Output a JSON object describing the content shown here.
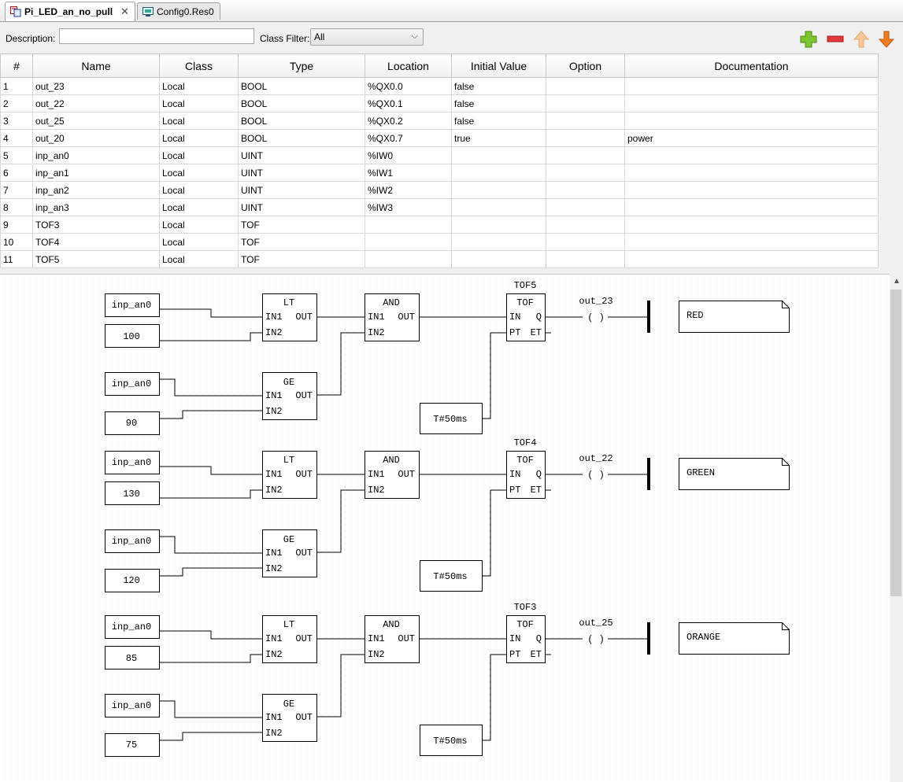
{
  "tabs": [
    {
      "label": "Pi_LED_an_no_pull",
      "active": true,
      "close": "✕"
    },
    {
      "label": "Config0.Res0",
      "active": false
    }
  ],
  "filter": {
    "description_label": "Description:",
    "description_value": "",
    "class_filter_label": "Class Filter:",
    "class_filter_value": "All"
  },
  "toolbar": {
    "add": "add-icon",
    "remove": "remove-icon",
    "up": "move-up-icon",
    "down": "move-down-icon"
  },
  "table": {
    "columns": [
      "#",
      "Name",
      "Class",
      "Type",
      "Location",
      "Initial Value",
      "Option",
      "Documentation"
    ],
    "rows": [
      [
        "1",
        "out_23",
        "Local",
        "BOOL",
        "%QX0.0",
        "false",
        "",
        ""
      ],
      [
        "2",
        "out_22",
        "Local",
        "BOOL",
        "%QX0.1",
        "false",
        "",
        ""
      ],
      [
        "3",
        "out_25",
        "Local",
        "BOOL",
        "%QX0.2",
        "false",
        "",
        ""
      ],
      [
        "4",
        "out_20",
        "Local",
        "BOOL",
        "%QX0.7",
        "true",
        "",
        "power"
      ],
      [
        "5",
        "inp_an0",
        "Local",
        "UINT",
        "%IW0",
        "",
        "",
        ""
      ],
      [
        "6",
        "inp_an1",
        "Local",
        "UINT",
        "%IW1",
        "",
        "",
        ""
      ],
      [
        "7",
        "inp_an2",
        "Local",
        "UINT",
        "%IW2",
        "",
        "",
        ""
      ],
      [
        "8",
        "inp_an3",
        "Local",
        "UINT",
        "%IW3",
        "",
        "",
        ""
      ],
      [
        "9",
        "TOF3",
        "Local",
        "TOF",
        "",
        "",
        "",
        ""
      ],
      [
        "10",
        "TOF4",
        "Local",
        "TOF",
        "",
        "",
        "",
        ""
      ],
      [
        "11",
        "TOF5",
        "Local",
        "TOF",
        "",
        "",
        "",
        ""
      ]
    ]
  },
  "diagram": {
    "rungs": [
      {
        "lt_in": "inp_an0",
        "lt_const": "100",
        "ge_in": "inp_an0",
        "ge_const": "90",
        "timer": "TOF5",
        "pt": "T#50ms",
        "coil": "out_23",
        "comment": "RED"
      },
      {
        "lt_in": "inp_an0",
        "lt_const": "130",
        "ge_in": "inp_an0",
        "ge_const": "120",
        "timer": "TOF4",
        "pt": "T#50ms",
        "coil": "out_22",
        "comment": "GREEN"
      },
      {
        "lt_in": "inp_an0",
        "lt_const": "85",
        "ge_in": "inp_an0",
        "ge_const": "75",
        "timer": "TOF3",
        "pt": "T#50ms",
        "coil": "out_25",
        "comment": "ORANGE"
      }
    ],
    "labels": {
      "lt": "LT",
      "ge": "GE",
      "and": "AND",
      "tof": "TOF",
      "in1": "IN1",
      "in2": "IN2",
      "out": "OUT",
      "in": "IN",
      "q": "Q",
      "pt": "PT",
      "et": "ET",
      "coil": "(  )"
    }
  }
}
